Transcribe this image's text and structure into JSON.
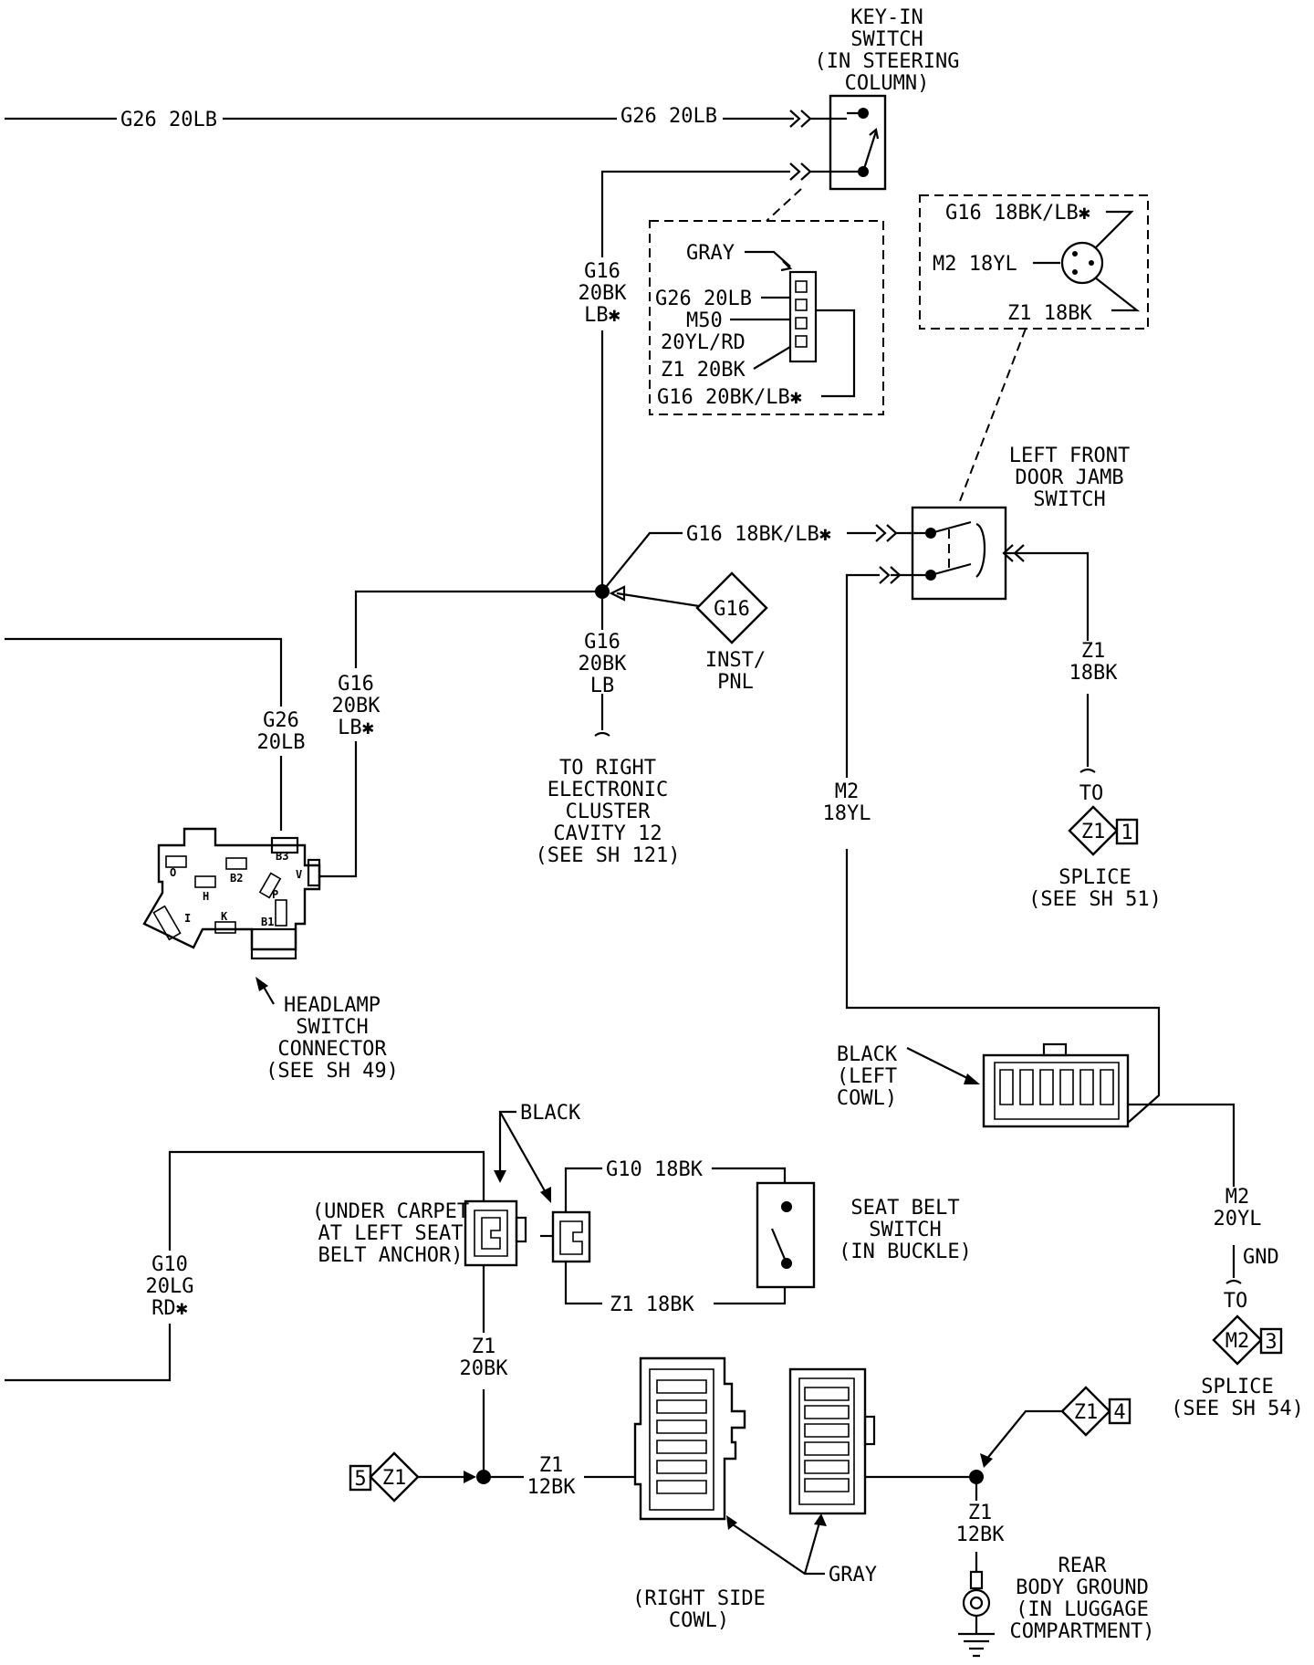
{
  "labels": {
    "key_in_title": [
      "KEY-IN",
      "SWITCH",
      "(IN STEERING",
      "COLUMN)"
    ],
    "g26_top_left": "G26 20LB",
    "g26_top_right": "G26 20LB",
    "g16_vertical": [
      "G16",
      "20BK",
      "LB✱"
    ],
    "key_conn": {
      "gray": "GRAY",
      "g26": "G26 20LB",
      "m50": "M50",
      "m50_color": "20YL/RD",
      "z1": "Z1 20BK",
      "g16": "G16 20BK/LB✱"
    },
    "door_conn": {
      "g16": "G16 18BK/LB✱",
      "m2": "M2 18YL",
      "z1": "Z1 18BK"
    },
    "door_switch_title": [
      "LEFT FRONT",
      "DOOR JAMB",
      "SWITCH"
    ],
    "g16_to_door": "G16 18BK/LB✱",
    "g16_ground_label": "G16",
    "inst_pnl": [
      "INST/",
      "PNL"
    ],
    "g16_down": [
      "G16",
      "20BK",
      "LB"
    ],
    "to_right_cluster": [
      "TO RIGHT",
      "ELECTRONIC",
      "CLUSTER",
      "CAVITY 12",
      "(SEE SH 121)"
    ],
    "g26_vertical": [
      "G26",
      "20LB"
    ],
    "g16_vertical_left": [
      "G16",
      "20BK",
      "LB✱"
    ],
    "z1_18bk_right": [
      "Z1",
      "18BK"
    ],
    "to_label_1": "TO",
    "splice_z1_1_id": "Z1",
    "splice_z1_1_num": "1",
    "splice_z1_1_caption": [
      "SPLICE",
      "(SEE SH 51)"
    ],
    "m2_18yl": [
      "M2",
      "18YL"
    ],
    "headlamp_caption": [
      "HEADLAMP",
      "SWITCH",
      "CONNECTOR",
      "(SEE SH 49)"
    ],
    "headlamp_pins": [
      "O",
      "B3",
      "B2",
      "V",
      "H",
      "P",
      "I",
      "K",
      "B1"
    ],
    "black_left_cowl": [
      "BLACK",
      "(LEFT",
      "COWL)"
    ],
    "m2_20yl": [
      "M2",
      "20YL"
    ],
    "gnd": "GND",
    "to_label_2": "TO",
    "splice_m2_3_id": "M2",
    "splice_m2_3_num": "3",
    "splice_m2_3_caption": [
      "SPLICE",
      "(SEE SH 54)"
    ],
    "black_label": "BLACK",
    "under_carpet": [
      "(UNDER CARPET",
      "AT LEFT SEAT",
      "BELT ANCHOR)"
    ],
    "g10_18bk": "G10 18BK",
    "z1_18bk_seat": "Z1 18BK",
    "seat_belt_switch": [
      "SEAT BELT",
      "SWITCH",
      "(IN BUCKLE)"
    ],
    "g10_vertical": [
      "G10",
      "20LG",
      "RD✱"
    ],
    "z1_20bk": [
      "Z1",
      "20BK"
    ],
    "z1_12bk_left": [
      "Z1",
      "12BK"
    ],
    "splice_z1_5_id": "Z1",
    "splice_z1_5_num": "5",
    "splice_z1_4_id": "Z1",
    "splice_z1_4_num": "4",
    "z1_12bk_right": [
      "Z1",
      "12BK"
    ],
    "gray_cowl": "GRAY",
    "right_side_cowl": [
      "(RIGHT SIDE",
      "COWL)"
    ],
    "rear_ground": [
      "REAR",
      "BODY GROUND",
      "(IN LUGGAGE",
      "COMPARTMENT)"
    ]
  }
}
